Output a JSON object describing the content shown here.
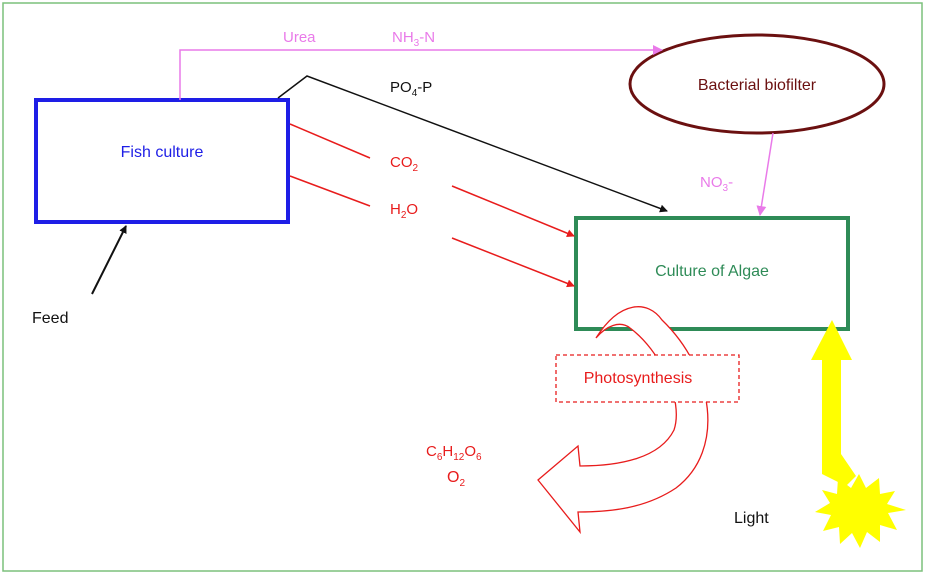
{
  "nodes": {
    "fish_culture": "Fish culture",
    "bacterial_biofilter": "Bacterial biofilter",
    "culture_of_algae": "Culture of Algae",
    "photosynthesis": "Photosynthesis"
  },
  "labels": {
    "urea": "Urea",
    "nh3_main": "NH",
    "nh3_sub": "3",
    "nh3_tail": "-N",
    "po4_main": "PO",
    "po4_sub": "4",
    "po4_tail": "-P",
    "co2_main": "CO",
    "co2_sub": "2",
    "h2o_main": "H",
    "h2o_sub": "2",
    "h2o_tail": "O",
    "no3_main": "NO",
    "no3_sub": "3",
    "no3_tail": "-",
    "glucose": [
      "C",
      "6",
      "H",
      "12",
      "O",
      "6"
    ],
    "o2_main": "O",
    "o2_sub": "2",
    "feed": "Feed",
    "light": "Light"
  },
  "colors": {
    "fish_box": "#1e1ee6",
    "biofilter_ring": "#6b1010",
    "algae_box": "#2e8b57",
    "nitrogen_flow": "#e97ae9",
    "phosphate_flow": "#111111",
    "gas_flow": "#e81c1c",
    "light_arrow": "#ffff00",
    "frame": "#7cc07c"
  }
}
